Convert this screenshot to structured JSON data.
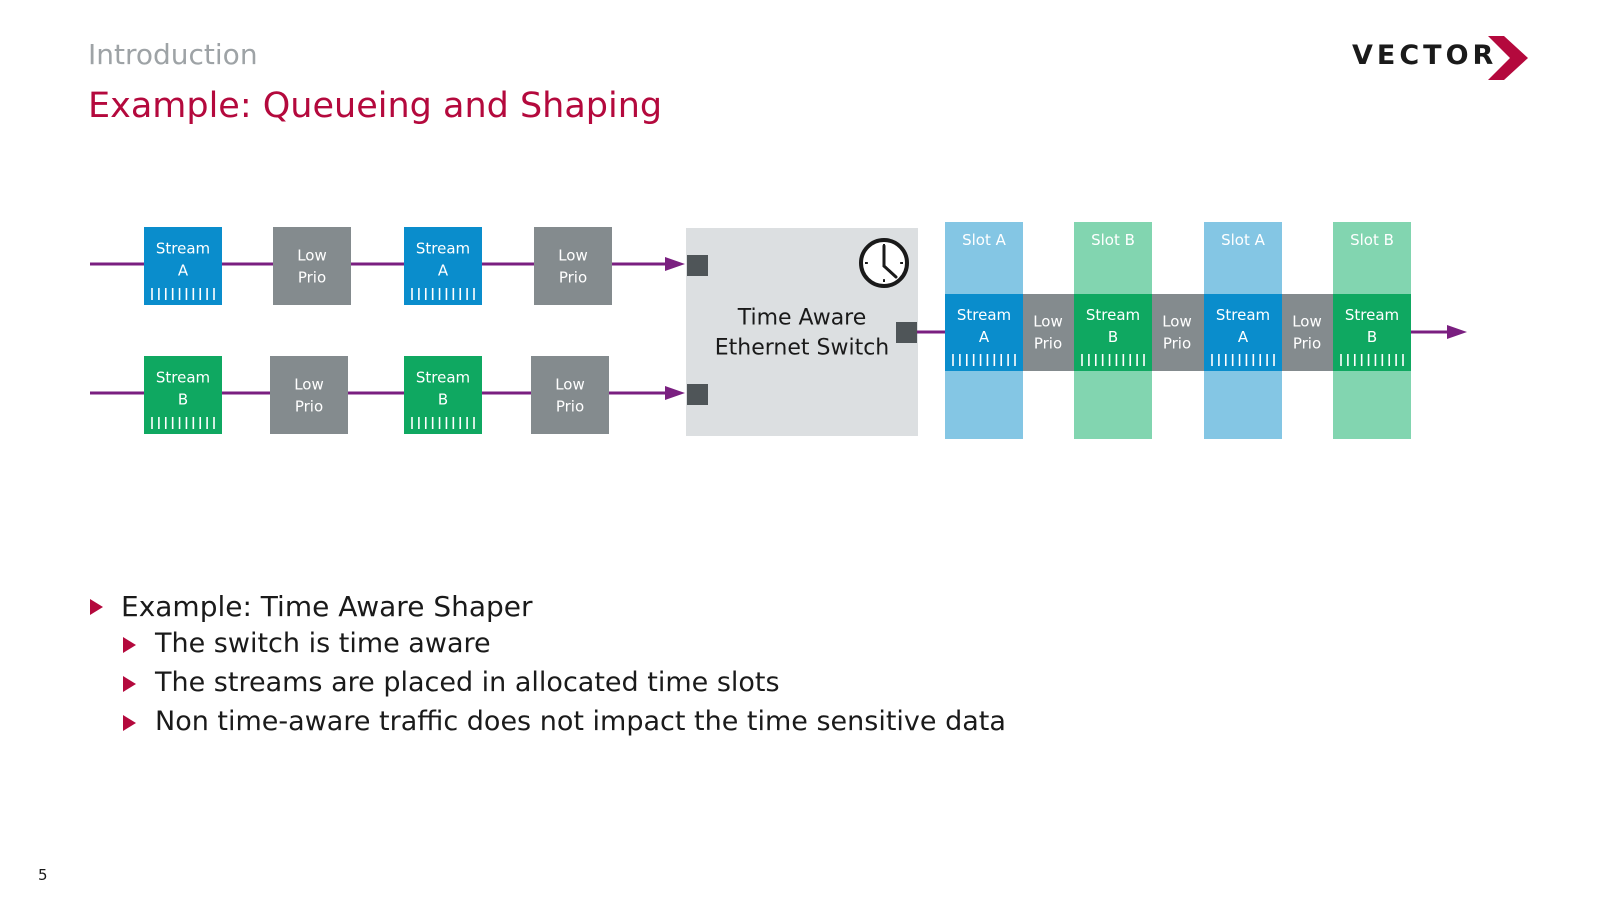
{
  "header": {
    "section": "Introduction",
    "title": "Example: Queueing and Shaping",
    "logo_text": "VECTOR"
  },
  "diagram": {
    "frames": {
      "stream_a": "Stream\nA",
      "stream_b": "Stream\nB",
      "low_prio": "Low\nPrio"
    },
    "switch_label": "Time Aware\nEthernet Switch",
    "slots": [
      "Slot A",
      "Slot B",
      "Slot A",
      "Slot B"
    ],
    "colors": {
      "stream_a": "#0a8dcc",
      "stream_b": "#0fa861",
      "low_prio": "#848b8e",
      "slot_a": "#84c6e4",
      "slot_b": "#82d5b0",
      "arrow": "#7a1f80",
      "switch_bg": "#dcdfe1",
      "port": "#4f5558",
      "accent": "#b4093d"
    }
  },
  "bullets": [
    {
      "level": 1,
      "text": "Example: Time Aware Shaper"
    },
    {
      "level": 2,
      "text": "The switch is time aware"
    },
    {
      "level": 2,
      "text": "The streams are placed in allocated time slots"
    },
    {
      "level": 2,
      "text": "Non time-aware traffic does not impact the time sensitive data"
    }
  ],
  "footer": {
    "page_number": "5"
  }
}
